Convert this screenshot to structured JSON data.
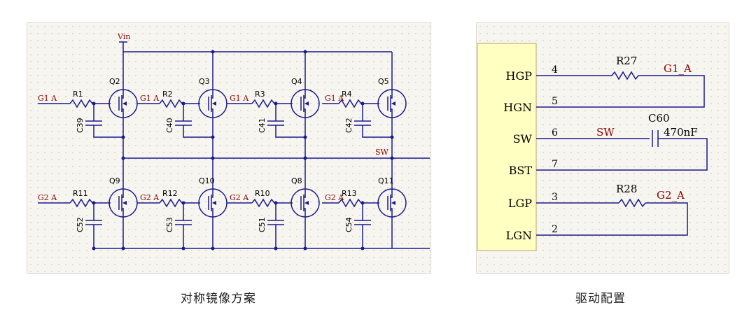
{
  "left_panel": {
    "caption": "对称镜像方案",
    "vin_label": "Vin",
    "sw_label": "SW",
    "top_row": [
      {
        "transistor": "Q2",
        "resistor": "R1",
        "capacitor": "C39",
        "gate_net": "G1_A"
      },
      {
        "transistor": "Q3",
        "resistor": "R2",
        "capacitor": "C40",
        "gate_net": "G1_A"
      },
      {
        "transistor": "Q4",
        "resistor": "R3",
        "capacitor": "C41",
        "gate_net": "G1_A"
      },
      {
        "transistor": "Q5",
        "resistor": "R4",
        "capacitor": "C42",
        "gate_net": "G1_A"
      }
    ],
    "bottom_row": [
      {
        "transistor": "Q9",
        "resistor": "R11",
        "capacitor": "C52",
        "gate_net": "G2_A"
      },
      {
        "transistor": "Q10",
        "resistor": "R12",
        "capacitor": "C53",
        "gate_net": "G2_A"
      },
      {
        "transistor": "Q8",
        "resistor": "R10",
        "capacitor": "C51",
        "gate_net": "G2_A"
      },
      {
        "transistor": "Q11",
        "resistor": "R13",
        "capacitor": "C54",
        "gate_net": "G2_A"
      }
    ]
  },
  "right_panel": {
    "caption": "驱动配置",
    "pins": [
      {
        "name": "HGP",
        "number": "4"
      },
      {
        "name": "HGN",
        "number": "5"
      },
      {
        "name": "SW",
        "number": "6"
      },
      {
        "name": "BST",
        "number": "7"
      },
      {
        "name": "LGP",
        "number": "3"
      },
      {
        "name": "LGN",
        "number": "2"
      }
    ],
    "r27": "R27",
    "r28": "R28",
    "c60": "C60",
    "c60_value": "470nF",
    "net_g1": "G1_A",
    "net_g2": "G2_A",
    "net_sw": "SW"
  },
  "colors": {
    "wire": "#1a1a8c",
    "net_label": "#8b0000",
    "ic_body": "#ffffc2",
    "panel_bg": "#f7f5ef"
  }
}
